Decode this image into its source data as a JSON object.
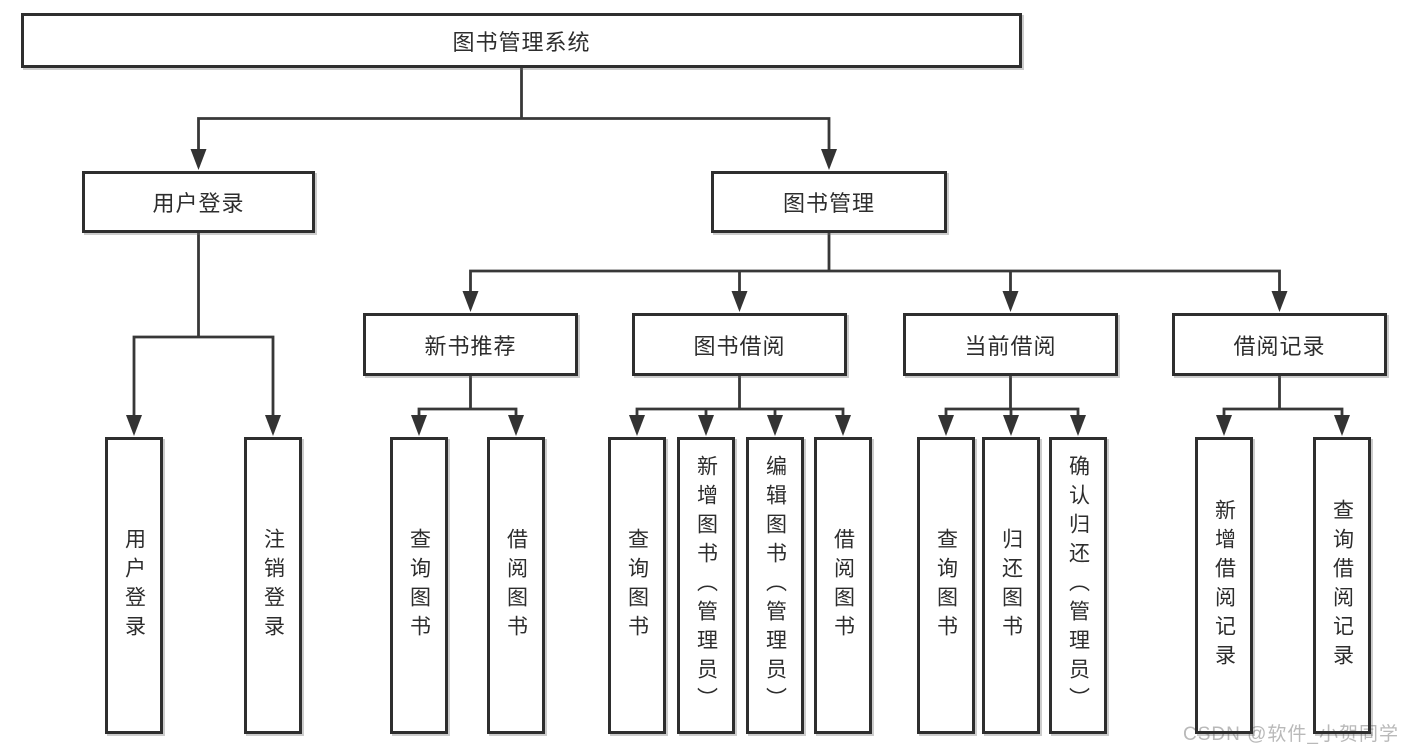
{
  "colors": {
    "background": "#ffffff",
    "line": "#383838",
    "box_border": "#2e2e2e",
    "box_fill": "#ffffff",
    "text": "#2d2d2d",
    "watermark": "#b9b9b9"
  },
  "diagram": {
    "type": "hierarchy-tree",
    "root": {
      "label": "图书管理系统"
    },
    "level2": [
      {
        "label": "用户登录"
      },
      {
        "label": "图书管理"
      }
    ],
    "level3": [
      {
        "label": "新书推荐",
        "parent": "图书管理"
      },
      {
        "label": "图书借阅",
        "parent": "图书管理"
      },
      {
        "label": "当前借阅",
        "parent": "图书管理"
      },
      {
        "label": "借阅记录",
        "parent": "图书管理"
      }
    ],
    "leaves": [
      {
        "label": "用户登录",
        "parent": "用户登录"
      },
      {
        "label": "注销登录",
        "parent": "用户登录"
      },
      {
        "label": "查询图书",
        "parent": "新书推荐"
      },
      {
        "label": "借阅图书",
        "parent": "新书推荐"
      },
      {
        "label": "查询图书",
        "parent": "图书借阅"
      },
      {
        "label": "新增图书（管理员）",
        "parent": "图书借阅"
      },
      {
        "label": "编辑图书（管理员）",
        "parent": "图书借阅"
      },
      {
        "label": "借阅图书",
        "parent": "图书借阅"
      },
      {
        "label": "查询图书",
        "parent": "当前借阅"
      },
      {
        "label": "归还图书",
        "parent": "当前借阅"
      },
      {
        "label": "确认归还（管理员）",
        "parent": "当前借阅"
      },
      {
        "label": "新增借阅记录",
        "parent": "借阅记录"
      },
      {
        "label": "查询借阅记录",
        "parent": "借阅记录"
      }
    ]
  },
  "watermark": {
    "text": "CSDN @软件_小贺同学"
  }
}
